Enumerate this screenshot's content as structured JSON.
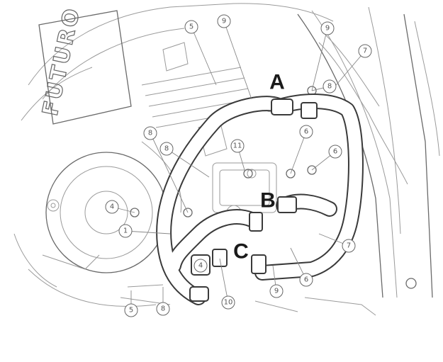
{
  "brand_lettering": "FUTURO",
  "mount_points": [
    {
      "id": "a",
      "label": "A"
    },
    {
      "id": "b",
      "label": "B"
    },
    {
      "id": "c",
      "label": "C"
    }
  ],
  "callouts": [
    {
      "id": "c01",
      "label": "5"
    },
    {
      "id": "c02",
      "label": "9"
    },
    {
      "id": "c03",
      "label": "9"
    },
    {
      "id": "c04",
      "label": "7"
    },
    {
      "id": "c05",
      "label": "8"
    },
    {
      "id": "c06",
      "label": "8"
    },
    {
      "id": "c07",
      "label": "6"
    },
    {
      "id": "c08",
      "label": "6"
    },
    {
      "id": "c09",
      "label": "8"
    },
    {
      "id": "c10",
      "label": "11"
    },
    {
      "id": "c11",
      "label": "4"
    },
    {
      "id": "c12",
      "label": "1"
    },
    {
      "id": "c13",
      "label": "7"
    },
    {
      "id": "c14",
      "label": "4"
    },
    {
      "id": "c15",
      "label": "10"
    },
    {
      "id": "c16",
      "label": "9"
    },
    {
      "id": "c17",
      "label": "6"
    },
    {
      "id": "c18",
      "label": "5"
    },
    {
      "id": "c19",
      "label": "8"
    }
  ]
}
